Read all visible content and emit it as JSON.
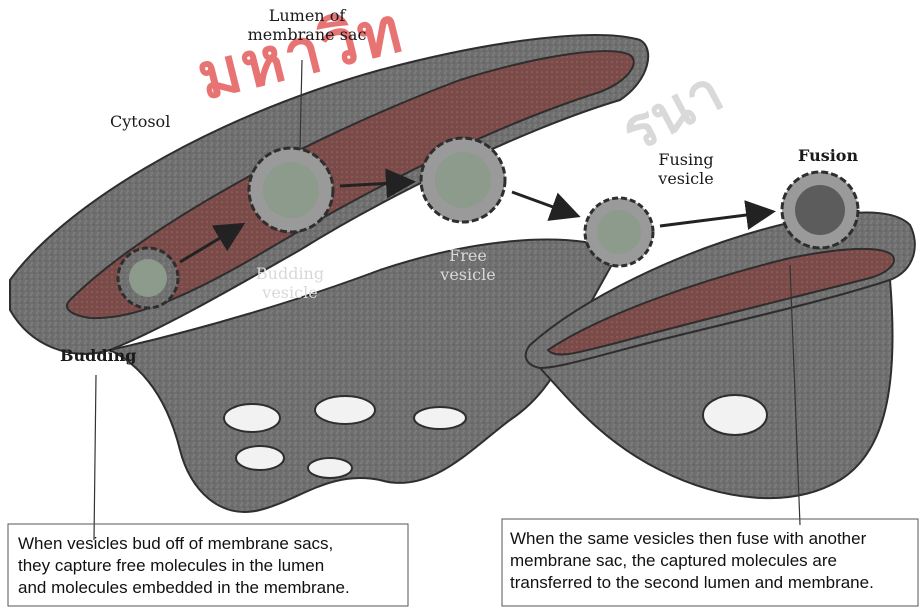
{
  "labels": {
    "lumen": "Lumen of\nmembrane sac",
    "cytosol": "Cytosol",
    "fusing_vesicle": "Fusing\nvesicle",
    "fusion": "Fusion",
    "budding_vesicle": "Budding\nvesicle",
    "free_vesicle": "Free\nvesicle",
    "budding": "Budding"
  },
  "captions": {
    "left": "When vesicles bud off of membrane sacs,\nthey capture free molecules in the lumen\nand molecules embedded in the membrane.",
    "right": "When the same vesicles then fuse with another\nmembrane sac, the captured molecules are\ntransferred to the second lumen and membrane."
  },
  "colors": {
    "membrane": "#6e6e6e",
    "membrane_dark": "#3a3a3a",
    "lumen_fill": "#8a4a4a",
    "molecule": "#8c9b8c",
    "arrow": "#222222",
    "watermark": "#d60000"
  }
}
